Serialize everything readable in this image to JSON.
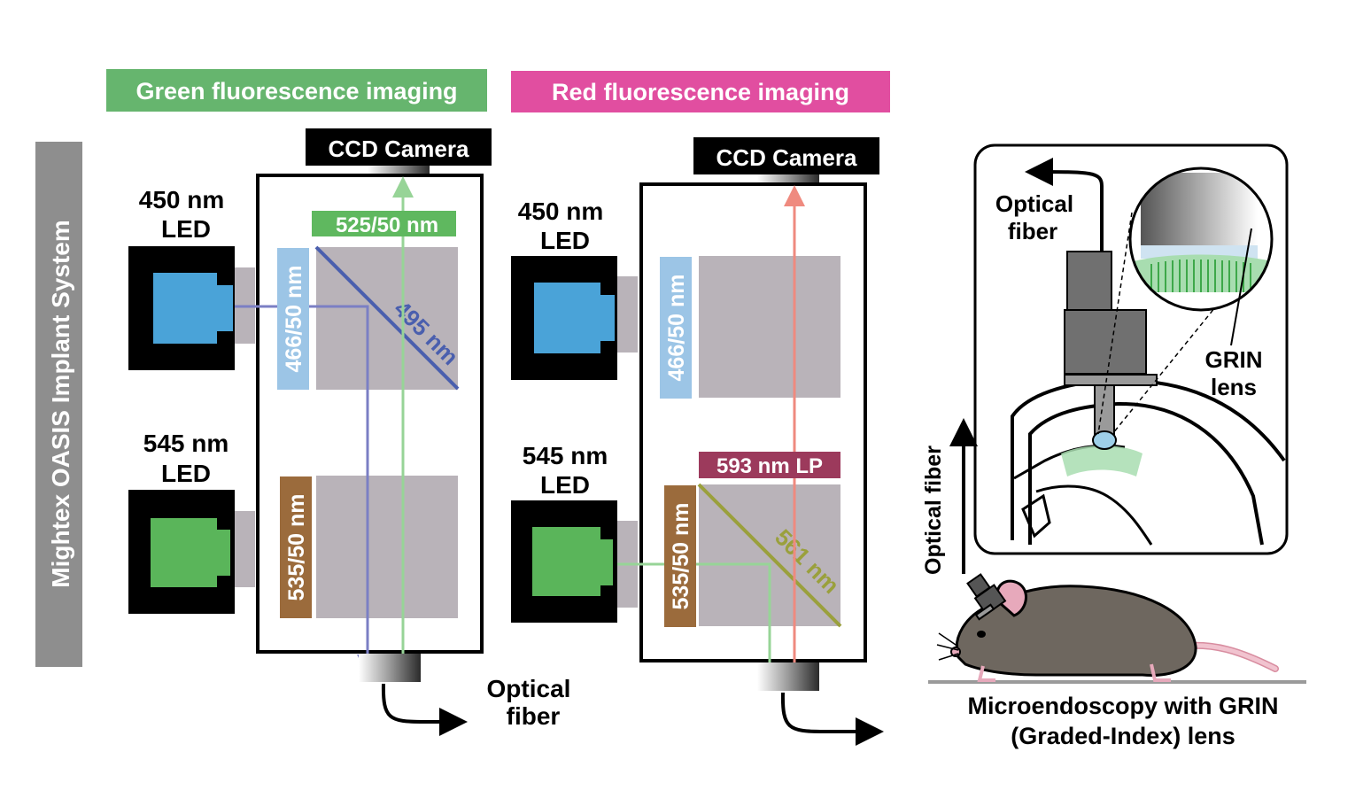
{
  "vertical_banner": "Mightex OASIS Implant System",
  "panels": {
    "green": {
      "title": "Green fluorescence imaging",
      "camera": "CCD Camera",
      "led_top": [
        "450 nm",
        "LED"
      ],
      "led_bottom": [
        "545 nm",
        "LED"
      ],
      "emission_filter": "525/50 nm",
      "excitation_filter_top": "466/50 nm",
      "excitation_filter_bottom": "535/50 nm",
      "dichroic": "495 nm",
      "output": [
        "Optical",
        "fiber"
      ]
    },
    "red": {
      "title": "Red fluorescence imaging",
      "camera": "CCD Camera",
      "led_top": [
        "450 nm",
        "LED"
      ],
      "led_bottom": [
        "545 nm",
        "LED"
      ],
      "excitation_filter_top": "466/50 nm",
      "excitation_filter_bottom": "535/50 nm",
      "longpass_filter": "593 nm LP",
      "dichroic": "561 nm"
    }
  },
  "inset": {
    "fiber_label": [
      "Optical",
      "fiber"
    ],
    "lens_label": [
      "GRIN",
      "lens"
    ]
  },
  "mouse_fiber_label": "Optical fiber",
  "caption": [
    "Microendoscopy with GRIN",
    "(Graded-Index) lens"
  ],
  "colors": {
    "green_header": "#66b56e",
    "red_header": "#e14ea0",
    "banner_gray": "#8e8e8e",
    "blue_led": "#4aa3d8",
    "green_led": "#5ab55a",
    "filter_blue": "#9cc5e6",
    "filter_brown": "#9b6b3c",
    "filter_green": "#5fb85f",
    "filter_maroon": "#9c3a5c",
    "dichroic_gray": "#b9b3b9"
  }
}
